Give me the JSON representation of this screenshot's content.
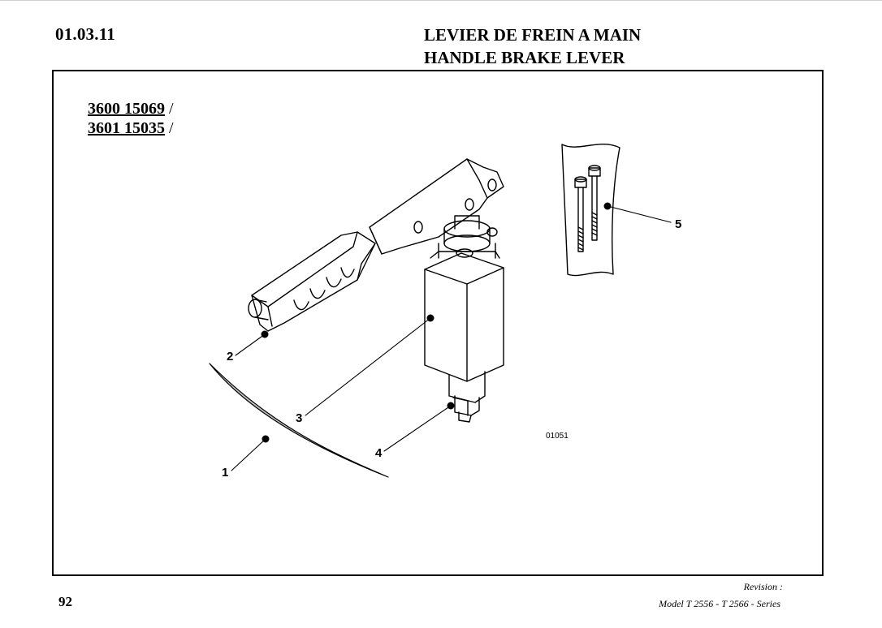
{
  "header": {
    "section_number": "01.03.11",
    "title_fr": "LEVIER DE FREIN A MAIN",
    "title_en": "HANDLE BRAKE LEVER"
  },
  "part_refs": [
    {
      "number": "3600 15069",
      "suffix": " /"
    },
    {
      "number": "3601 15035",
      "suffix": " /"
    }
  ],
  "figure": {
    "code": "01051",
    "callouts": [
      "1",
      "2",
      "3",
      "4",
      "5"
    ]
  },
  "footer": {
    "page_number": "92",
    "revision_label": "Revision :",
    "model_line": "Model T 2556 - T 2566  - Series"
  }
}
